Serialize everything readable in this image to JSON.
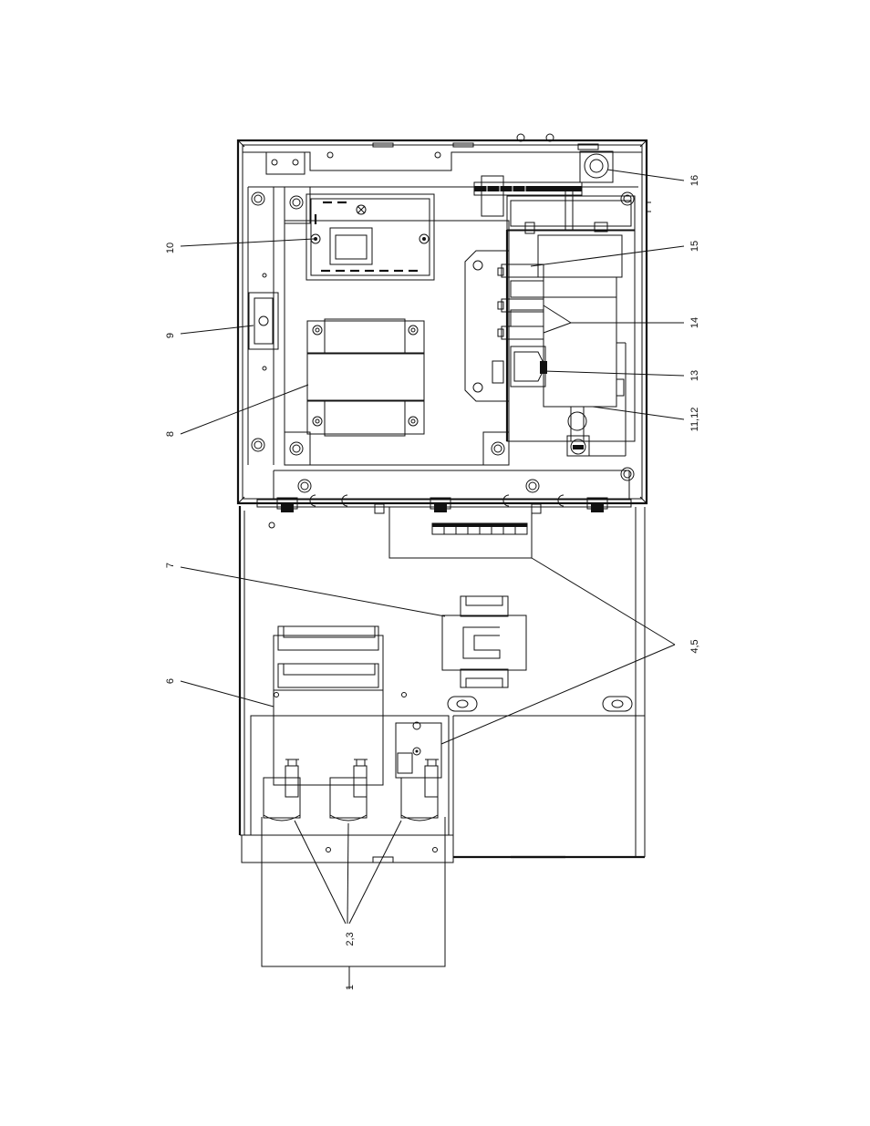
{
  "callouts": {
    "c1": "1",
    "c23": "2,3",
    "c45": "4,5",
    "c6": "6",
    "c7": "7",
    "c8": "8",
    "c9": "9",
    "c10": "10",
    "c1112": "11,12",
    "c13": "13",
    "c14": "14",
    "c15": "15",
    "c16": "16"
  }
}
